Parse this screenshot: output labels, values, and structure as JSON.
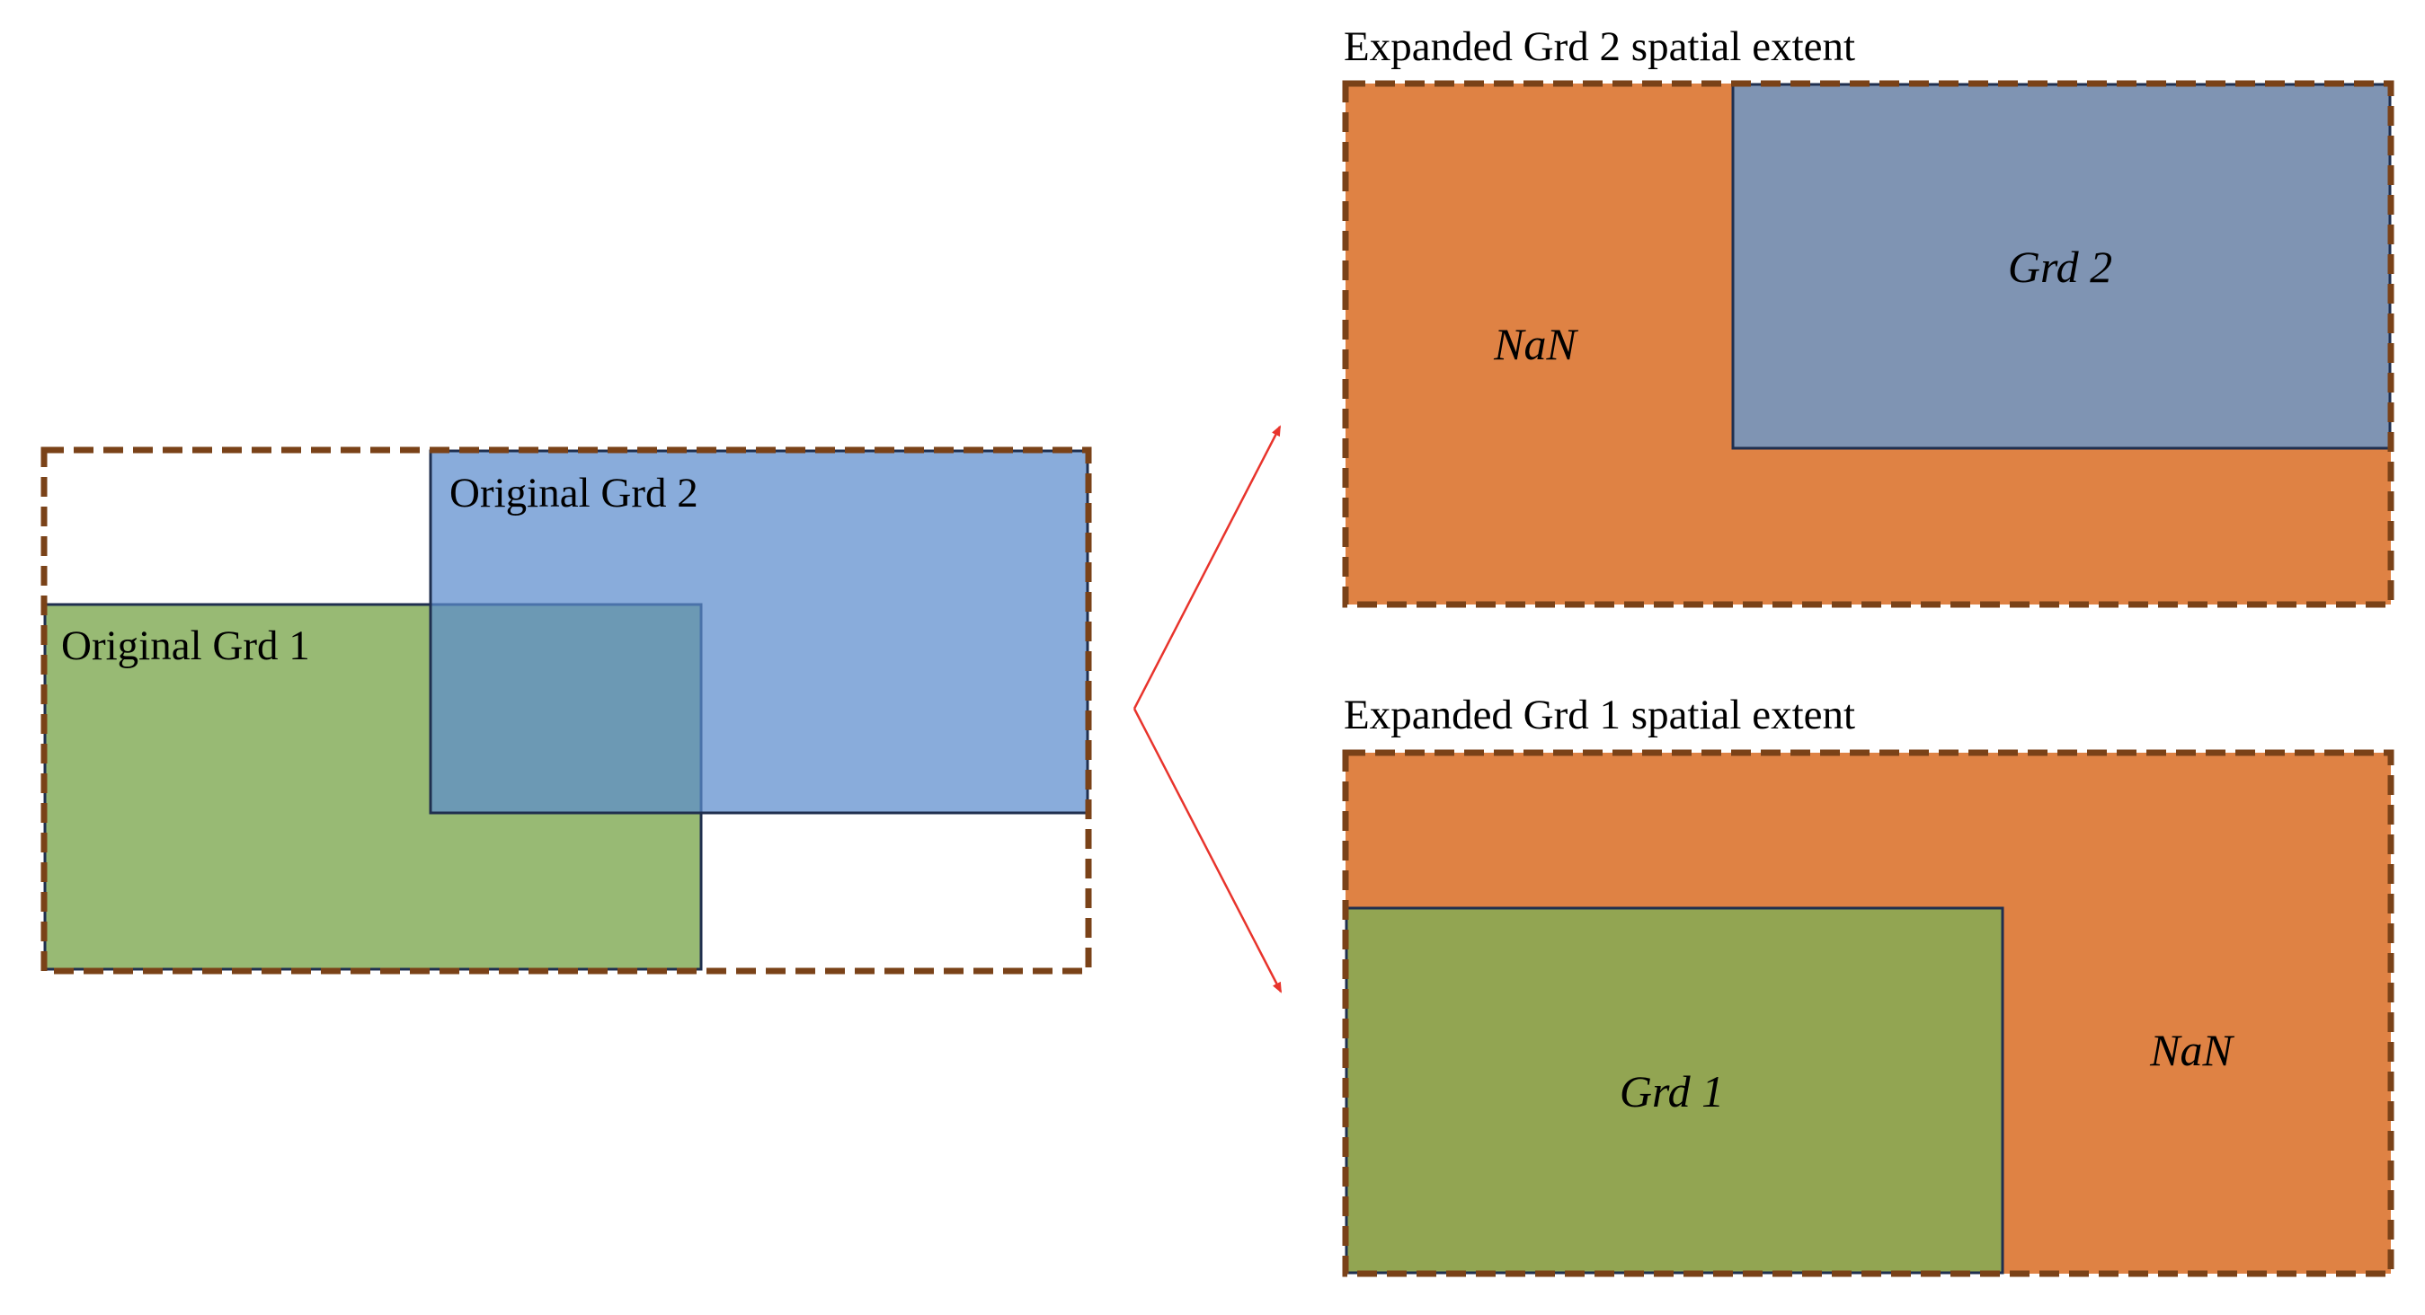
{
  "left_panel": {
    "grd1_label": "Original Grd 1",
    "grd2_label": "Original Grd 2"
  },
  "top_right_panel": {
    "title": "Expanded Grd 2 spatial extent",
    "grid_label": "Grd 2",
    "nan_label": "NaN"
  },
  "bottom_right_panel": {
    "title": "Expanded Grd 1 spatial extent",
    "grid_label": "Grd 1",
    "nan_label": "NaN"
  },
  "colors": {
    "extent_dashed_border": "#7a4218",
    "grid_border": "#1f2f4f",
    "original_grd1_fill": "#98ba74",
    "original_grd2_fill": "#5b8ccd",
    "nan_fill": "#df8244",
    "expanded_grd2_fill": "#7f94b3",
    "expanded_grd1_fill": "#92a552",
    "arrow": "#e8342c"
  }
}
